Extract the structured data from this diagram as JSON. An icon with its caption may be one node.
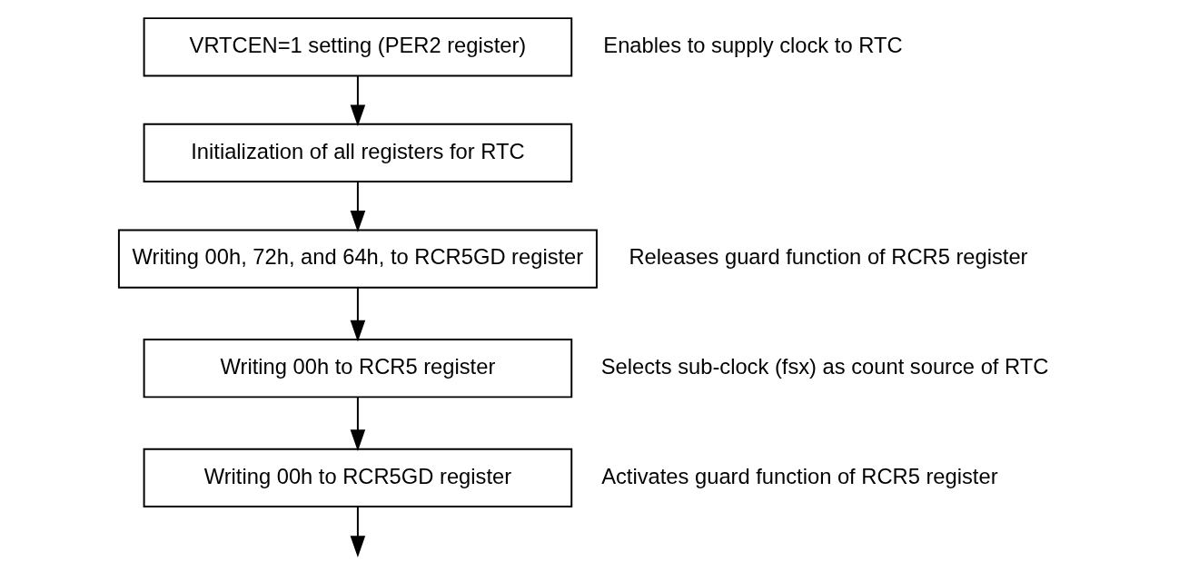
{
  "diagram": {
    "nodes": [
      {
        "text": [
          "VRTCEN=1 setting (PER2 register)"
        ],
        "beside": [
          "Enables to supply clock to RTC"
        ]
      },
      {
        "text": [
          "Initialization of all registers for RTC"
        ]
      },
      {
        "text": [
          "Writing 00h, 72h, and 64h, to RCR5GD register"
        ],
        "beside": [
          "Releases guard function of RCR5 register"
        ]
      },
      {
        "text": [
          "Writing 00h to RCR5 register"
        ],
        "beside": [
          "Selects sub-clock (fsx) as count source of RTC"
        ]
      },
      {
        "text": [
          "Writing 00h to RCR5GD register"
        ],
        "beside": [
          "Activates guard function of RCR5 register"
        ]
      }
    ],
    "edges": [
      {
        "from": 0,
        "to": 1,
        "arrow": "to"
      },
      {
        "from": 1,
        "to": 2,
        "arrow": "to"
      },
      {
        "from": 2,
        "to": 3,
        "arrow": "to"
      },
      {
        "from": 3,
        "to": 4,
        "arrow": "to"
      },
      {
        "from": 4,
        "to": null,
        "arrow": "to"
      }
    ]
  }
}
